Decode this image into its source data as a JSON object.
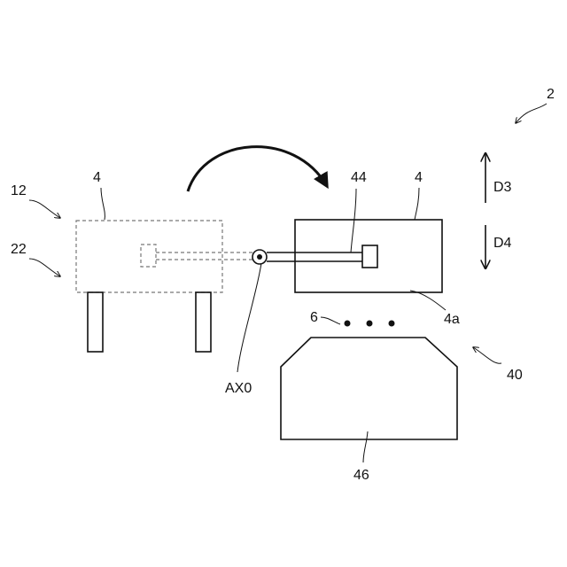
{
  "labels": {
    "fig_2": "2",
    "wafer_left": "4",
    "wafer_right": "4",
    "ref_12": "12",
    "ref_22": "22",
    "ref_44": "44",
    "dir_up": "D3",
    "dir_down": "D4",
    "ref_6": "6",
    "ref_4a": "4a",
    "ref_40": "40",
    "axis": "AX0",
    "ref_46": "46"
  }
}
